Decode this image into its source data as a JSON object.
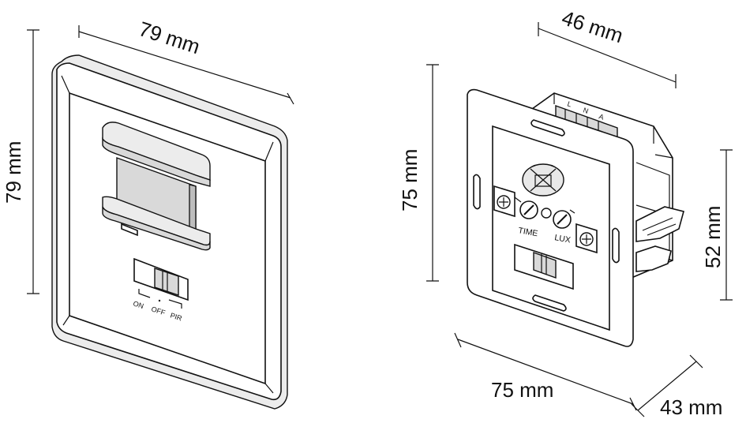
{
  "dimensions": {
    "front_width": "79 mm",
    "front_height": "79 mm",
    "rear_depth_top": "46 mm",
    "rear_height": "75 mm",
    "rear_inner_height": "52 mm",
    "rear_width": "75 mm",
    "rear_depth_bottom": "43 mm"
  },
  "front_switch": {
    "on": "ON",
    "off": "OFF",
    "pir": "PIR"
  },
  "rear_labels": {
    "time": "TIME",
    "lux": "LUX",
    "terminal_l": "L",
    "terminal_n": "N",
    "terminal_a": "A"
  },
  "colors": {
    "line": "#111111",
    "background": "#ffffff",
    "panel_gray": "#d9d9d9"
  }
}
